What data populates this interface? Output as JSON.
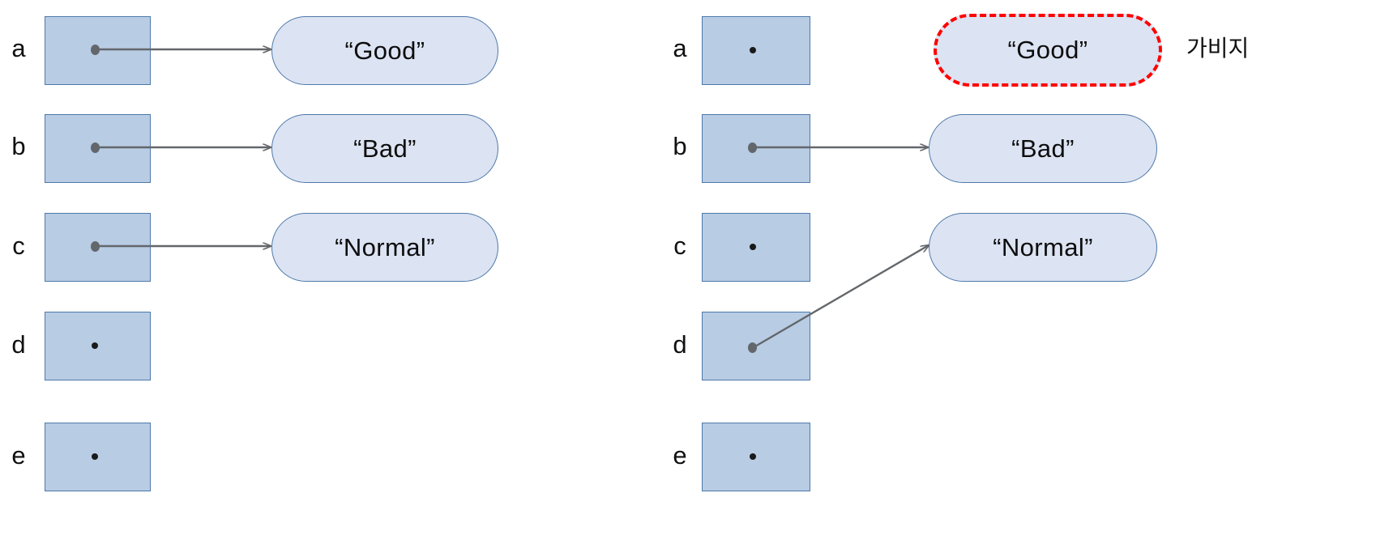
{
  "diagram": {
    "title": "pointer variables to string literals (before and after)",
    "colors": {
      "box_fill": "#b8cce4",
      "box_border": "#4e79ab",
      "string_fill": "#dce3f2",
      "string_border": "#4e79ab",
      "arrow": "#63676b",
      "garbage_highlight": "#ff0000",
      "background": "#ffffff"
    }
  },
  "left_panel": {
    "rows": [
      {
        "label": "a",
        "has_pointer": true,
        "target": "“Good”",
        "pointer_style": "horizontal"
      },
      {
        "label": "b",
        "has_pointer": true,
        "target": "“Bad”",
        "pointer_style": "horizontal"
      },
      {
        "label": "c",
        "has_pointer": true,
        "target": "“Normal”",
        "pointer_style": "horizontal"
      },
      {
        "label": "d",
        "has_pointer": false,
        "target": "",
        "pointer_style": "none"
      },
      {
        "label": "e",
        "has_pointer": false,
        "target": "",
        "pointer_style": "none"
      }
    ],
    "strings": [
      {
        "text": "“Good”",
        "garbage": false
      },
      {
        "text": "“Bad”",
        "garbage": false
      },
      {
        "text": "“Normal”",
        "garbage": false
      }
    ]
  },
  "right_panel": {
    "rows": [
      {
        "label": "a",
        "has_pointer": false,
        "target": "",
        "pointer_style": "none"
      },
      {
        "label": "b",
        "has_pointer": true,
        "target": "“Bad”",
        "pointer_style": "horizontal"
      },
      {
        "label": "c",
        "has_pointer": false,
        "target": "",
        "pointer_style": "none"
      },
      {
        "label": "d",
        "has_pointer": true,
        "target": "“Normal”",
        "pointer_style": "diagonal-up"
      },
      {
        "label": "e",
        "has_pointer": false,
        "target": "",
        "pointer_style": "none"
      }
    ],
    "strings": [
      {
        "text": "“Good”",
        "garbage": true
      },
      {
        "text": "“Bad”",
        "garbage": false
      },
      {
        "text": "“Normal”",
        "garbage": false
      }
    ],
    "annotation": {
      "text": "가비지",
      "meaning_label": "garbage"
    }
  }
}
